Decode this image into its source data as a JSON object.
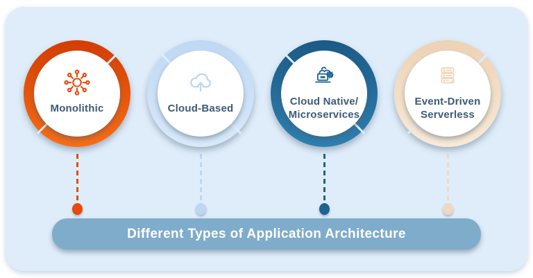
{
  "card": {
    "bg_color": "#DFEDFA"
  },
  "label_color": "#3D5A78",
  "banner": {
    "label": "Different Types of Application Architecture",
    "bg_color": "#7FACCB",
    "text_color": "#FFFFFF"
  },
  "items": [
    {
      "name": "monolithic",
      "lines": [
        "Monolithic"
      ],
      "icon": "hub-network-icon",
      "ring_dark": "#D23D05",
      "ring_light": "#F76D15",
      "accent": "#E8490D"
    },
    {
      "name": "cloud-based",
      "lines": [
        "Cloud-Based"
      ],
      "icon": "cloud-upload-icon",
      "ring_dark": "#BFD8F3",
      "ring_light": "#D8E9FB",
      "accent": "#BCD7F2"
    },
    {
      "name": "cloud-native-microservices",
      "lines": [
        "Cloud Native/",
        "Microservices"
      ],
      "icon": "cloud-laptop-gear-icon",
      "ring_dark": "#1C5A85",
      "ring_light": "#2E7FB0",
      "accent": "#206290"
    },
    {
      "name": "event-driven-serverless",
      "lines": [
        "Event-Driven",
        "Serverless"
      ],
      "icon": "server-stack-icon",
      "ring_dark": "#EDD2B4",
      "ring_light": "#F8EAD8",
      "accent": "#EFD9BE"
    }
  ]
}
